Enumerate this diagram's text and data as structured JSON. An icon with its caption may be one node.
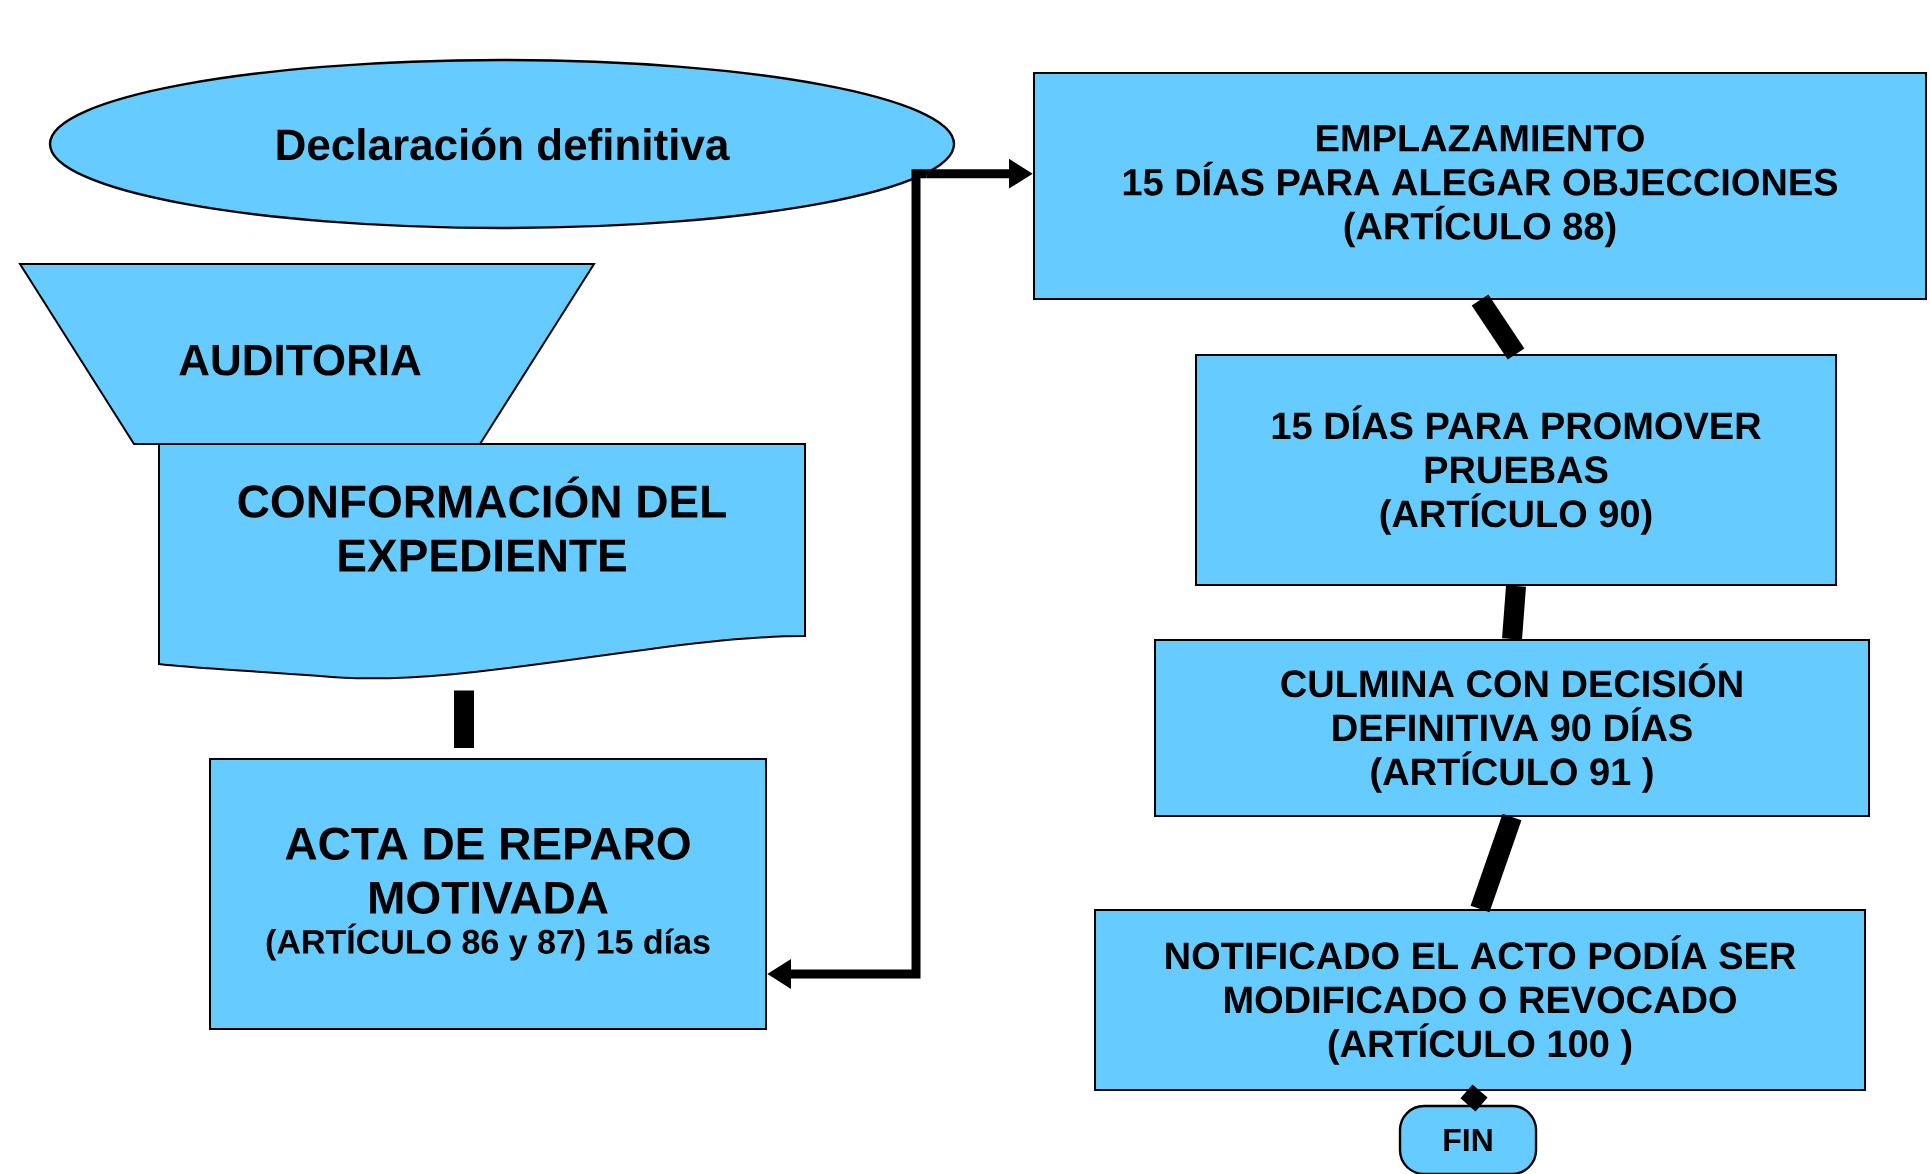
{
  "diagram": {
    "nodes": [
      {
        "text": [
          "Declaración definitiva"
        ]
      },
      {
        "text": [
          "AUDITORIA"
        ]
      },
      {
        "text": [
          "CONFORMACIÓN DEL EXPEDIENTE"
        ]
      },
      {
        "text": [
          "ACTA DE REPARO MOTIVADA",
          "(ARTÍCULO 86 y 87) 15 días"
        ]
      },
      {
        "text": [
          "EMPLAZAMIENTO",
          "15 DÍAS PARA ALEGAR OBJECCIONES (ARTÍCULO 88)"
        ]
      },
      {
        "text": [
          "15 DÍAS PARA PROMOVER PRUEBAS",
          "(ARTÍCULO 90)"
        ]
      },
      {
        "text": [
          "CULMINA CON DECISIÓN DEFINITIVA 90 DÍAS",
          "(ARTÍCULO 91 )"
        ]
      },
      {
        "text": [
          "NOTIFICADO EL ACTO PODÍA SER MODIFICADO O REVOCADO",
          "(ARTÍCULO 100 )"
        ]
      },
      {
        "text": [
          "FIN"
        ]
      }
    ],
    "edges": [
      {
        "from": 0,
        "to": 4,
        "arrow": "to"
      },
      {
        "from": 0,
        "to": 3,
        "arrow": "to"
      },
      {
        "from": 2,
        "to": 3,
        "arrow": "none"
      },
      {
        "from": 4,
        "to": 5,
        "arrow": "none"
      },
      {
        "from": 5,
        "to": 6,
        "arrow": "none"
      },
      {
        "from": 6,
        "to": 7,
        "arrow": "none"
      },
      {
        "from": 7,
        "to": 8,
        "arrow": "none"
      }
    ]
  }
}
